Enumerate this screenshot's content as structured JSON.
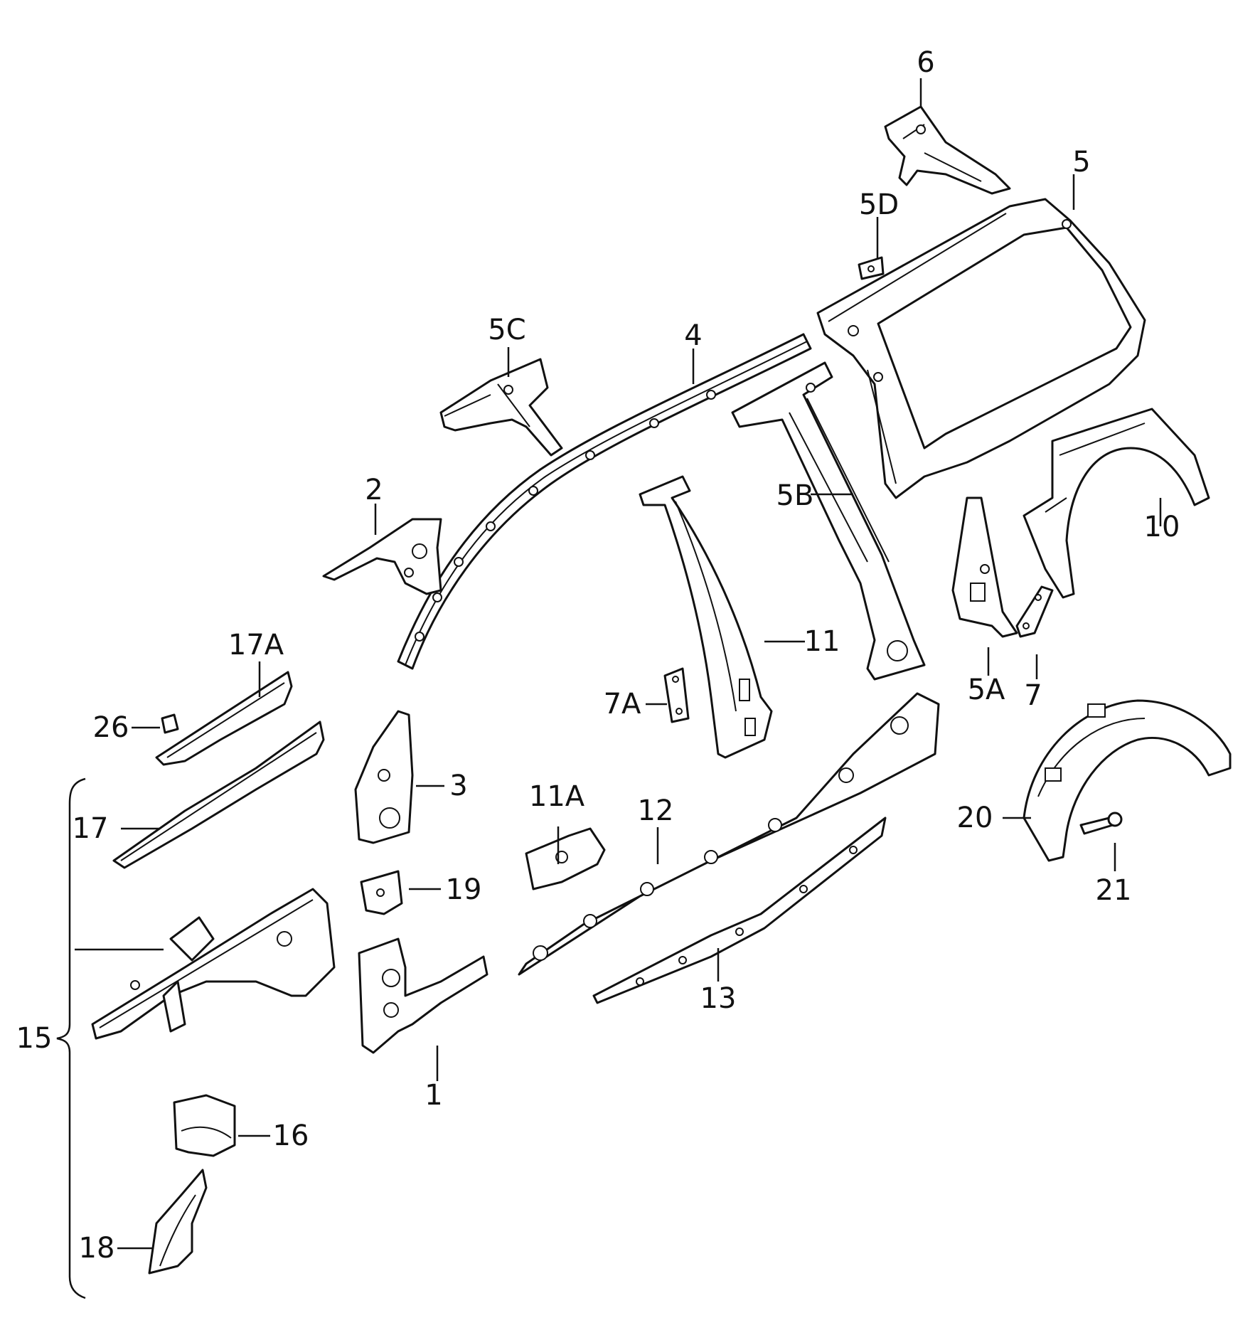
{
  "diagram": {
    "labels": [
      {
        "id": "l6",
        "text": "6"
      },
      {
        "id": "l5",
        "text": "5"
      },
      {
        "id": "l5d",
        "text": "5D"
      },
      {
        "id": "l5c",
        "text": "5C"
      },
      {
        "id": "l4",
        "text": "4"
      },
      {
        "id": "l2",
        "text": "2"
      },
      {
        "id": "l5b",
        "text": "5B"
      },
      {
        "id": "l10",
        "text": "10"
      },
      {
        "id": "l11",
        "text": "11"
      },
      {
        "id": "l17a",
        "text": "17A"
      },
      {
        "id": "l26",
        "text": "26"
      },
      {
        "id": "l7a",
        "text": "7A"
      },
      {
        "id": "l5a",
        "text": "5A"
      },
      {
        "id": "l7",
        "text": "7"
      },
      {
        "id": "l3",
        "text": "3"
      },
      {
        "id": "l11a",
        "text": "11A"
      },
      {
        "id": "l12",
        "text": "12"
      },
      {
        "id": "l20",
        "text": "20"
      },
      {
        "id": "l17",
        "text": "17"
      },
      {
        "id": "l19",
        "text": "19"
      },
      {
        "id": "l21",
        "text": "21"
      },
      {
        "id": "l13",
        "text": "13"
      },
      {
        "id": "l15",
        "text": "15"
      },
      {
        "id": "l1",
        "text": "1"
      },
      {
        "id": "l16",
        "text": "16"
      },
      {
        "id": "l18",
        "text": "18"
      }
    ]
  }
}
